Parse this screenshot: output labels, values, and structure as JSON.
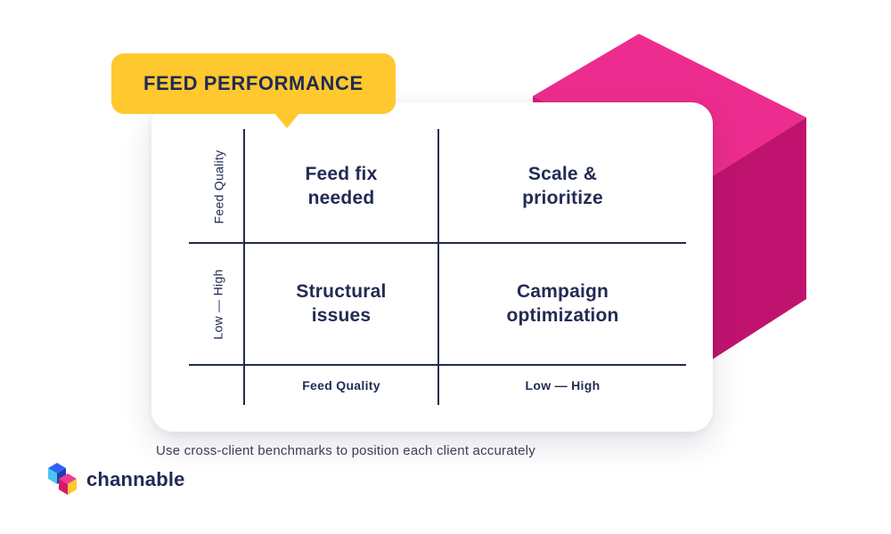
{
  "badge": {
    "label": "FEED PERFORMANCE"
  },
  "matrix": {
    "y_axis": {
      "top_label": "Feed Quality",
      "bottom_label": "Low — High"
    },
    "x_axis": {
      "left_label": "Feed Quality",
      "right_label": "Low — High"
    },
    "quadrants": [
      {
        "id": "top-left",
        "label": "Feed fix\nneeded"
      },
      {
        "id": "top-right",
        "label": "Scale &\nprioritize"
      },
      {
        "id": "bottom-left",
        "label": "Structural\nissues"
      },
      {
        "id": "bottom-right",
        "label": "Campaign\noptimization"
      }
    ]
  },
  "caption": "Use cross-client benchmarks to position each client accurately",
  "brand": {
    "name": "channable"
  },
  "colors": {
    "accent_yellow": "#FFC82E",
    "navy": "#232B54",
    "pink_light": "#EC2C8E",
    "pink_dark": "#C0136F"
  }
}
